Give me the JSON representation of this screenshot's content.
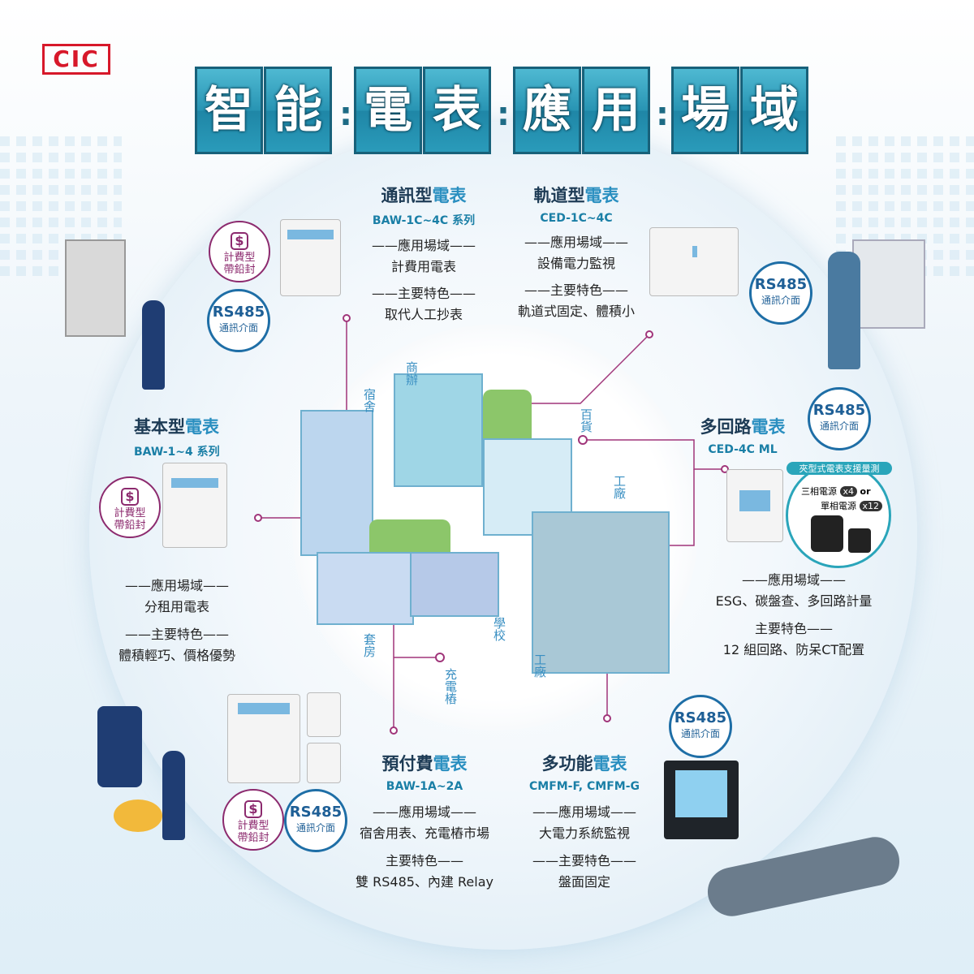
{
  "logo": "CIC",
  "title": {
    "tiles": [
      "智",
      "能",
      "電",
      "表",
      "應",
      "用",
      "場",
      "域"
    ]
  },
  "colors": {
    "accent": "#2a9bba",
    "line": "#a0357a",
    "model": "#1a7fa6"
  },
  "badges": {
    "seal": {
      "icon": "dollar-seal-icon",
      "line1": "計費型",
      "line2": "帶鉛封"
    },
    "rs485": {
      "title": "RS485",
      "sub": "通訊介面"
    }
  },
  "sections": {
    "comm": {
      "name_a": "通訊型",
      "name_b": "電表",
      "model": "BAW-1C~4C 系列",
      "app_h": "——應用場域——",
      "app": "計費用電表",
      "feat_h": "——主要特色——",
      "feat": "取代人工抄表"
    },
    "rail": {
      "name_a": "軌道型",
      "name_b": "電表",
      "model": "CED-1C~4C",
      "app_h": "——應用場域——",
      "app": "設備電力監視",
      "feat_h": "——主要特色——",
      "feat": "軌道式固定、體積小"
    },
    "basic": {
      "name_a": "基本型",
      "name_b": "電表",
      "model": "BAW-1~4 系列",
      "app_h": "——應用場域——",
      "app": "分租用電表",
      "feat_h": "——主要特色——",
      "feat": "體積輕巧、價格優勢"
    },
    "multi": {
      "name_a": "多回路",
      "name_b": "電表",
      "model": "CED-4C ML",
      "app_h": "——應用場域——",
      "app": "ESG、碳盤查、多回路計量",
      "feat_h": "主要特色——",
      "feat": "12 組回路、防呆CT配置",
      "ct_banner": "夾型式電表支援量測",
      "ct_line1": "三相電源",
      "ct_x1": "x4",
      "ct_or": "or",
      "ct_line2": "單相電源",
      "ct_x2": "x12"
    },
    "prepaid": {
      "name_a": "預付費",
      "name_b": "電表",
      "model": "BAW-1A~2A",
      "app_h": "——應用場域——",
      "app": "宿舍用表、充電樁市場",
      "feat_h": "主要特色——",
      "feat": "雙 RS485、內建 Relay"
    },
    "multifunc": {
      "name_a": "多功能",
      "name_b": "電表",
      "model": "CMFM-F, CMFM-G",
      "app_h": "——應用場域——",
      "app": "大電力系統監視",
      "feat_h": "——主要特色——",
      "feat": "盤面固定"
    }
  },
  "buildings": [
    "宿舍",
    "商辦",
    "百貨",
    "工廠",
    "套房",
    "充電樁",
    "學校",
    "工廠"
  ]
}
